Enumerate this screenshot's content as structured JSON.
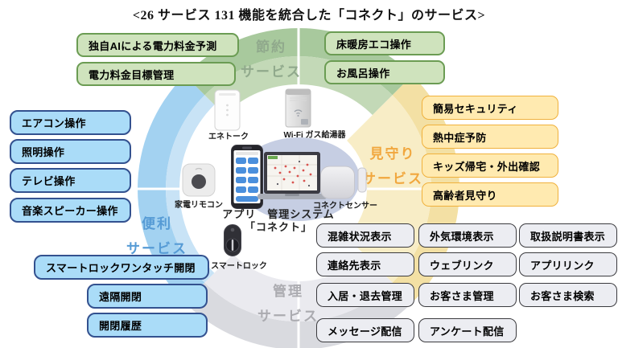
{
  "title": "<26 サービス 131 機能を統合した「コネクト」のサービス>",
  "quadrants": {
    "saving": {
      "line1": "節約",
      "line2": "サービス"
    },
    "watching": {
      "line1": "見守り",
      "line2": "サービス"
    },
    "convenience": {
      "line1": "便利",
      "line2": "サービス"
    },
    "management": {
      "line1": "管理",
      "line2": "サービス"
    }
  },
  "boxes": {
    "saving_left": [
      "独自AIによる電力料金予測",
      "電力料金目標管理"
    ],
    "saving_right": [
      "床暖房エコ操作",
      "お風呂操作"
    ],
    "convenience_appliance": [
      "エアコン操作",
      "照明操作",
      "テレビ操作",
      "音楽スピーカー操作"
    ],
    "convenience_lock": [
      "スマートロックワンタッチ開閉",
      "遠隔開閉",
      "開閉履歴"
    ],
    "watching": [
      "簡易セキュリティ",
      "熱中症予防",
      "キッズ帰宅・外出確認",
      "高齢者見守り"
    ],
    "management": [
      "混雑状況表示",
      "外気環境表示",
      "取扱説明書表示",
      "連絡先表示",
      "ウェブリンク",
      "アプリリンク",
      "入居・退去管理",
      "お客さま管理",
      "お客さま検索",
      "メッセージ配信",
      "アンケート配信"
    ]
  },
  "devices": {
    "enetalk": "エネトーク",
    "gas_heater": "Wi-Fi ガス給湯器",
    "remote": "家電リモコン",
    "sensor": "コネクトセンサー",
    "smartlock": "スマートロック",
    "center_line1": "アプリ　管理システム",
    "center_line2": "「コネクト」"
  },
  "colors": {
    "quad_green_outer": "#a8c99d",
    "quad_green_inner": "#c3d9b7",
    "quad_yellow_outer": "#f3e0a4",
    "quad_yellow_inner": "#f8edc6",
    "quad_gray_outer": "#d9dadf",
    "quad_gray_inner": "#eaeaef",
    "quad_blue_outer": "#a3d2f1",
    "quad_blue_inner": "#c8e3f6",
    "green_box_border": "#6b9c53",
    "blue_box_border": "#33518f",
    "yellow_box_border": "#f0b13c",
    "gray_box_border": "#3a3a3e",
    "label_saving": "#90a98c",
    "label_watching": "#f1a73e",
    "label_convenience": "#569bd5",
    "label_management": "#ababb0",
    "center_circle": "#c6cee3"
  }
}
